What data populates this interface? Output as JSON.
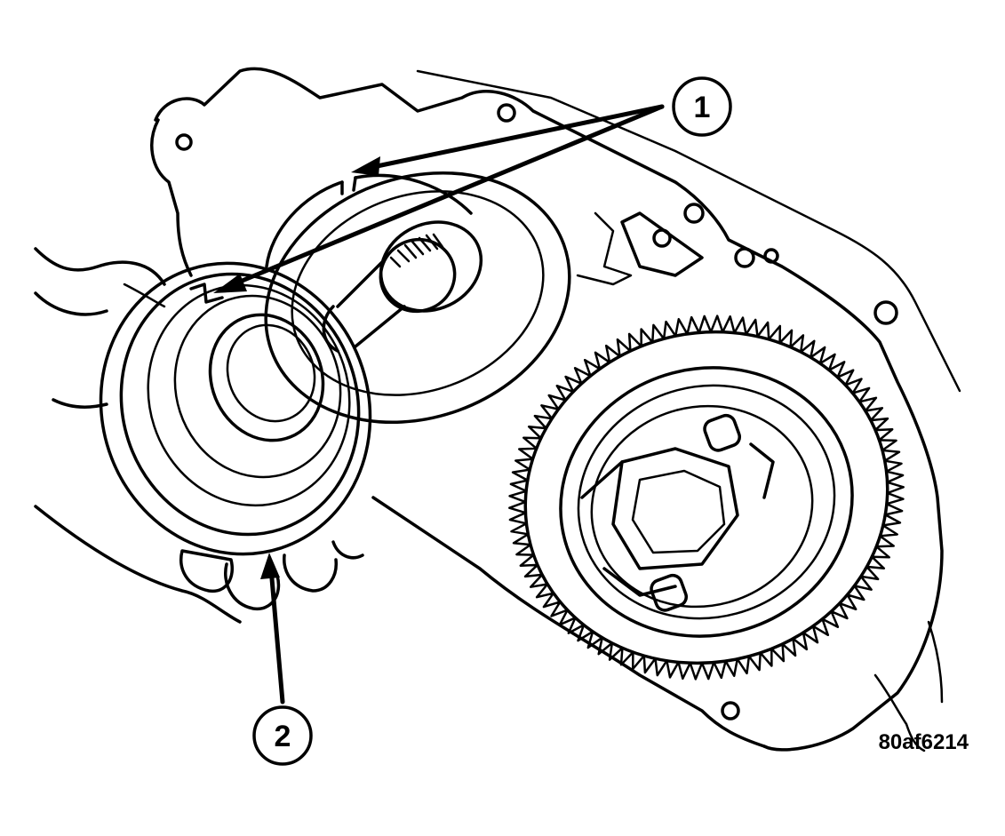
{
  "callouts": [
    {
      "id": "1",
      "label": "1"
    },
    {
      "id": "2",
      "label": "2"
    }
  ],
  "figure_id": "80af6214",
  "colors": {
    "ink": "#000000",
    "background": "#ffffff"
  }
}
